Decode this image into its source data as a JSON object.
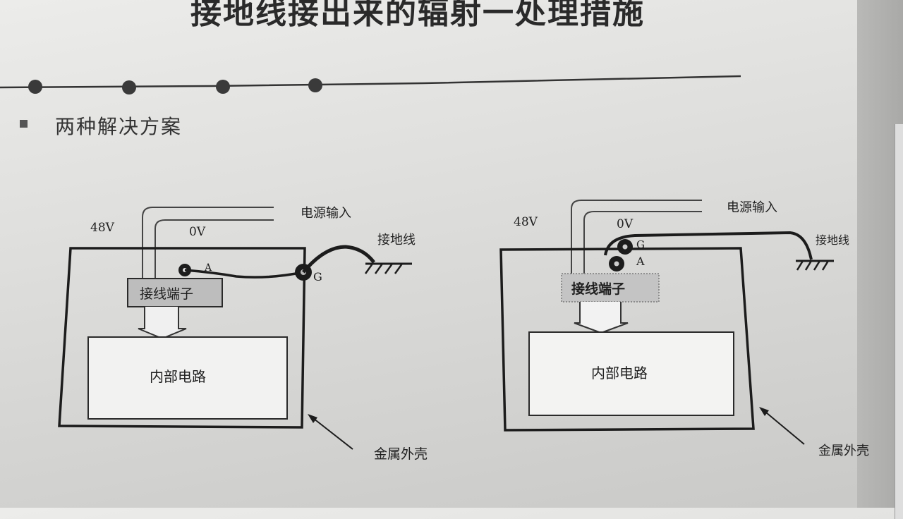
{
  "title": "接地线接出来的辐射一处理措施",
  "subtitle": "两种解决方案",
  "diagrams": [
    {
      "power_input": "电源输入",
      "v48": "48V",
      "v0": "0V",
      "ground_wire": "接地线",
      "terminal": "接线端子",
      "point_a": "A",
      "point_g": "G",
      "internal_circuit": "内部电路",
      "metal_shell": "金属外壳"
    },
    {
      "power_input": "电源输入",
      "v48": "48V",
      "v0": "0V",
      "ground_wire": "接地线",
      "terminal": "接线端子",
      "point_a": "A",
      "point_g": "G",
      "internal_circuit": "内部电路",
      "metal_shell": "金属外壳"
    }
  ]
}
